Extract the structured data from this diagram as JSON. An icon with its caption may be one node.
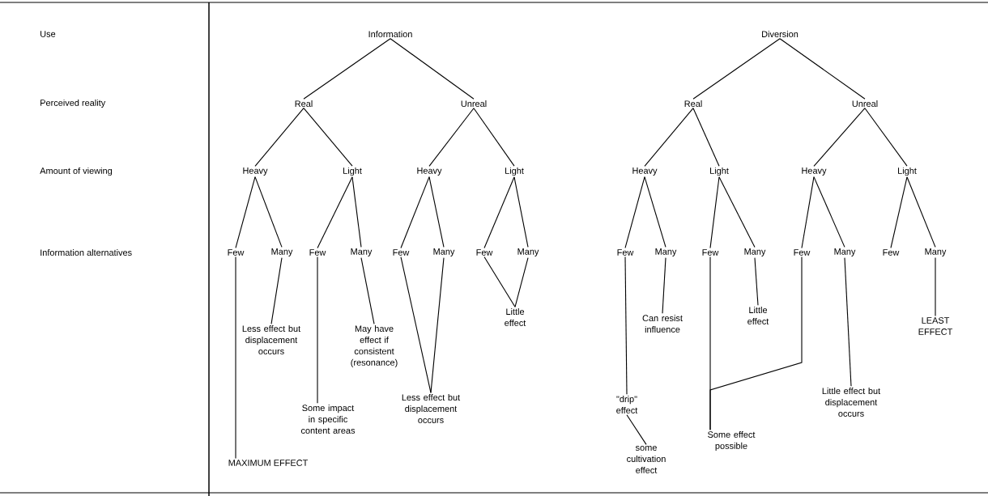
{
  "diagram": {
    "nodes": [
      {
        "text": [
          "Information"
        ]
      },
      {
        "text": [
          "Real"
        ]
      },
      {
        "text": [
          "Unreal"
        ]
      },
      {
        "text": [
          "Heavy"
        ]
      },
      {
        "text": [
          "Light"
        ]
      },
      {
        "text": [
          "Heavy"
        ]
      },
      {
        "text": [
          "Light"
        ]
      },
      {
        "text": [
          "Few"
        ]
      },
      {
        "text": [
          "Many"
        ]
      },
      {
        "text": [
          "Few"
        ]
      },
      {
        "text": [
          "Many"
        ]
      },
      {
        "text": [
          "Few"
        ]
      },
      {
        "text": [
          "Many"
        ]
      },
      {
        "text": [
          "Few"
        ]
      },
      {
        "text": [
          "Many"
        ]
      },
      {
        "text": [
          "Less effect but displacement occurs"
        ]
      },
      {
        "text": [
          "Some impact in specific content areas"
        ]
      },
      {
        "text": [
          "May have effect if consistent (resonance)"
        ]
      },
      {
        "text": [
          "Less effect but displacement occurs"
        ]
      },
      {
        "text": [
          "Little effect"
        ]
      },
      {
        "text": [
          "MAXIMUM EFFECT"
        ]
      },
      {
        "text": [
          "Diversion"
        ]
      },
      {
        "text": [
          "Real"
        ]
      },
      {
        "text": [
          "Unreal"
        ]
      },
      {
        "text": [
          "Heavy"
        ]
      },
      {
        "text": [
          "Light"
        ]
      },
      {
        "text": [
          "Heavy"
        ]
      },
      {
        "text": [
          "Light"
        ]
      },
      {
        "text": [
          "Few"
        ]
      },
      {
        "text": [
          "Many"
        ]
      },
      {
        "text": [
          "Few"
        ]
      },
      {
        "text": [
          "Many"
        ]
      },
      {
        "text": [
          "Few"
        ]
      },
      {
        "text": [
          "Many"
        ]
      },
      {
        "text": [
          "Few"
        ]
      },
      {
        "text": [
          "Many"
        ]
      },
      {
        "text": [
          "Can resist influence"
        ]
      },
      {
        "text": [
          "Little effect"
        ]
      },
      {
        "text": [
          "\"drip\" effect"
        ]
      },
      {
        "text": [
          "some cultivation effect"
        ]
      },
      {
        "text": [
          "Some effect possible"
        ]
      },
      {
        "text": [
          "Little effect but displacement occurs"
        ]
      },
      {
        "text": [
          "LEAST EFFECT"
        ]
      }
    ],
    "edges": [
      {
        "from": 0,
        "to": 1,
        "arrow": "none"
      },
      {
        "from": 0,
        "to": 2,
        "arrow": "none"
      },
      {
        "from": 1,
        "to": 3,
        "arrow": "none"
      },
      {
        "from": 1,
        "to": 4,
        "arrow": "none"
      },
      {
        "from": 2,
        "to": 5,
        "arrow": "none"
      },
      {
        "from": 2,
        "to": 6,
        "arrow": "none"
      },
      {
        "from": 3,
        "to": 7,
        "arrow": "none"
      },
      {
        "from": 3,
        "to": 8,
        "arrow": "none"
      },
      {
        "from": 4,
        "to": 9,
        "arrow": "none"
      },
      {
        "from": 4,
        "to": 10,
        "arrow": "none"
      },
      {
        "from": 5,
        "to": 11,
        "arrow": "none"
      },
      {
        "from": 5,
        "to": 12,
        "arrow": "none"
      },
      {
        "from": 6,
        "to": 13,
        "arrow": "none"
      },
      {
        "from": 6,
        "to": 14,
        "arrow": "none"
      },
      {
        "from": 7,
        "to": 20,
        "arrow": "none"
      },
      {
        "from": 8,
        "to": 15,
        "arrow": "none"
      },
      {
        "from": 9,
        "to": 16,
        "arrow": "none"
      },
      {
        "from": 10,
        "to": 17,
        "arrow": "none"
      },
      {
        "from": 11,
        "to": 18,
        "arrow": "none"
      },
      {
        "from": 12,
        "to": 18,
        "arrow": "none"
      },
      {
        "from": 13,
        "to": 19,
        "arrow": "none"
      },
      {
        "from": 14,
        "to": 19,
        "arrow": "none"
      },
      {
        "from": 21,
        "to": 22,
        "arrow": "none"
      },
      {
        "from": 21,
        "to": 23,
        "arrow": "none"
      },
      {
        "from": 22,
        "to": 24,
        "arrow": "none"
      },
      {
        "from": 22,
        "to": 25,
        "arrow": "none"
      },
      {
        "from": 23,
        "to": 26,
        "arrow": "none"
      },
      {
        "from": 23,
        "to": 27,
        "arrow": "none"
      },
      {
        "from": 24,
        "to": 28,
        "arrow": "none"
      },
      {
        "from": 24,
        "to": 29,
        "arrow": "none"
      },
      {
        "from": 25,
        "to": 30,
        "arrow": "none"
      },
      {
        "from": 25,
        "to": 31,
        "arrow": "none"
      },
      {
        "from": 26,
        "to": 32,
        "arrow": "none"
      },
      {
        "from": 26,
        "to": 33,
        "arrow": "none"
      },
      {
        "from": 27,
        "to": 34,
        "arrow": "none"
      },
      {
        "from": 27,
        "to": 35,
        "arrow": "none"
      },
      {
        "from": 28,
        "to": 38,
        "arrow": "none"
      },
      {
        "from": 38,
        "to": 39,
        "arrow": "none"
      },
      {
        "from": 29,
        "to": 36,
        "arrow": "none"
      },
      {
        "from": 30,
        "to": 40,
        "arrow": "none"
      },
      {
        "from": 32,
        "to": 40,
        "arrow": "none"
      },
      {
        "from": 31,
        "to": 37,
        "arrow": "none"
      },
      {
        "from": 33,
        "to": 41,
        "arrow": "none"
      },
      {
        "from": 35,
        "to": 42,
        "arrow": "none"
      }
    ],
    "labels": [
      "Use",
      "Perceived reality",
      "Amount of viewing",
      "Information alternatives"
    ]
  }
}
